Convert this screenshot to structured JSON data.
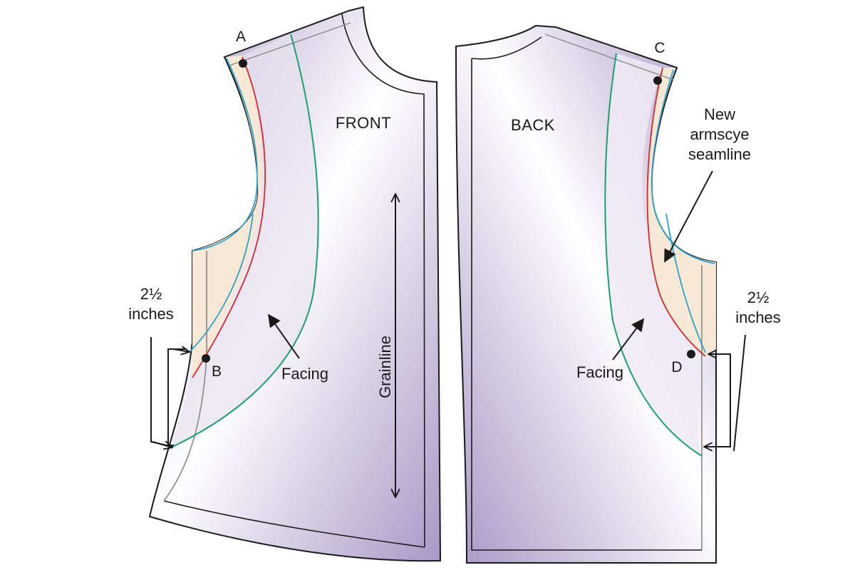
{
  "pieces": {
    "front": {
      "name": "FRONT"
    },
    "back": {
      "name": "BACK"
    }
  },
  "points": {
    "a": "A",
    "b": "B",
    "c": "C",
    "d": "D"
  },
  "labels": {
    "grainline": "Grainline",
    "front_facing": "Facing",
    "back_facing": "Facing",
    "front_measure_line1": "2½",
    "front_measure_line2": "inches",
    "back_measure_line1": "2½",
    "back_measure_line2": "inches",
    "new_seamline_line1": "New",
    "new_seamline_line2": "armscye",
    "new_seamline_line3": "seamline"
  },
  "colors": {
    "pattern_purple": "#a898c6",
    "pattern_highlight": "#ffffff",
    "facing_band": "#e2dcea",
    "seam_allowance_peach": "#f6e8d4",
    "outline": "#1a1a1a",
    "facing_line_green": "#18a070",
    "new_seamline_red": "#d8282c",
    "original_seamline_blue": "#2aa2cc"
  }
}
